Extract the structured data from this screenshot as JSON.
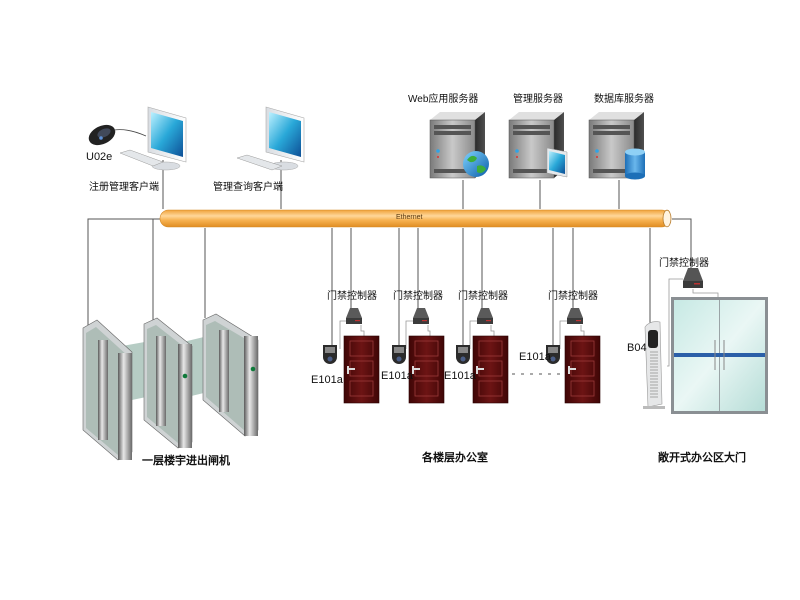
{
  "network": {
    "bus_label": "Ethernet",
    "bus_color": "#f5a940"
  },
  "clients": [
    {
      "id": "registration",
      "label": "注册管理客户端",
      "peripheral": "U02e"
    },
    {
      "id": "query",
      "label": "管理查询客户端"
    }
  ],
  "servers": [
    {
      "id": "web",
      "label": "Web应用服务器",
      "badge": "globe-icon"
    },
    {
      "id": "management",
      "label": "管理服务器",
      "badge": "monitor-icon"
    },
    {
      "id": "database",
      "label": "数据库服务器",
      "badge": "database-icon"
    }
  ],
  "zones": {
    "turnstile": {
      "label": "一层楼宇进出闸机"
    },
    "offices": {
      "label": "各楼层办公室",
      "doors": [
        {
          "controller": "门禁控制器",
          "reader": "E101a"
        },
        {
          "controller": "门禁控制器",
          "reader": "E101a"
        },
        {
          "controller": "门禁控制器",
          "reader": "E101a"
        },
        {
          "controller": "门禁控制器",
          "reader": "E101a"
        }
      ]
    },
    "open_office": {
      "label": "敞开式办公区大门",
      "controller": "门禁控制器",
      "reader": "B04"
    }
  }
}
